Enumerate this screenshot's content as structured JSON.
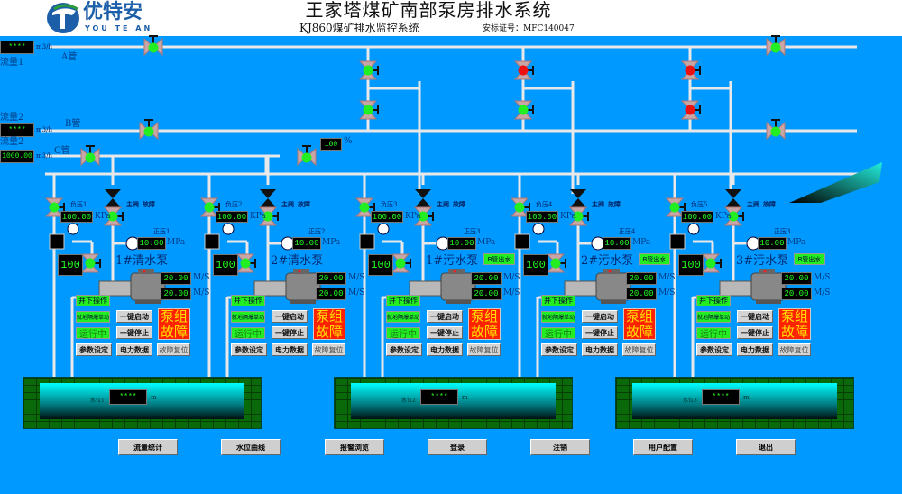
{
  "header": {
    "logo_cn": "优特安",
    "logo_en": "YOU TE AN",
    "title": "王家塔煤矿南部泵房排水系统",
    "subtitle": "KJ860煤矿排水监控系统",
    "cert": "安标证号：MFC140047"
  },
  "flows": [
    {
      "label": "流量1",
      "value": "****",
      "unit": "m3/h"
    },
    {
      "label": "流量2",
      "value": "****",
      "unit": "m3/h"
    },
    {
      "label": "流量2",
      "value": "1000.00",
      "unit": "m3/h"
    }
  ],
  "pipes": {
    "a": "A管",
    "b": "B管",
    "c": "C管"
  },
  "c_valve_opening": {
    "value": "100",
    "unit": "%"
  },
  "valve_states": {
    "a_line": [
      "open",
      "open"
    ],
    "b_line": [
      "open",
      "open"
    ],
    "c_line": [
      "open",
      "open"
    ],
    "branch_upper": [
      "open",
      "closed",
      "closed"
    ],
    "branch_lower": [
      "open",
      "open",
      "closed"
    ]
  },
  "colors": {
    "open": "#22ee22",
    "closed": "#ee1111",
    "background": "#0099ff"
  },
  "pumps": [
    {
      "neg_label": "负压1",
      "neg_value": "100.00",
      "neg_unit": "KPa",
      "valve_label": "主阀",
      "valve_state": "故障",
      "pos_label": "正压1",
      "pos_value": "10.00",
      "pos_unit": "MPa",
      "level": "100",
      "name": "1#清水泵",
      "outlet": "",
      "speed1": "20.00",
      "speed2": "20.00",
      "speed_unit": "M/S",
      "mode": "井下操作",
      "local": "就地隔爆单动",
      "status": "运行中",
      "start": "一键启动",
      "stop": "一键停止",
      "params": "参数设定",
      "power": "电力数据",
      "fault": "泵组故障",
      "reset": "故障复位"
    },
    {
      "neg_label": "负压2",
      "neg_value": "100.00",
      "neg_unit": "KPa",
      "valve_label": "主阀",
      "valve_state": "故障",
      "pos_label": "正压2",
      "pos_value": "10.00",
      "pos_unit": "MPa",
      "level": "100",
      "name": "2#清水泵",
      "outlet": "",
      "speed1": "20.00",
      "speed2": "20.00",
      "speed_unit": "M/S",
      "mode": "井下操作",
      "local": "就地隔爆单动",
      "status": "运行中",
      "start": "一键启动",
      "stop": "一键停止",
      "params": "参数设定",
      "power": "电力数据",
      "fault": "泵组故障",
      "reset": "故障复位"
    },
    {
      "neg_label": "负压3",
      "neg_value": "100.00",
      "neg_unit": "KPa",
      "valve_label": "主阀",
      "valve_state": "故障",
      "pos_label": "正压3",
      "pos_value": "10.00",
      "pos_unit": "MPa",
      "level": "100",
      "name": "1#污水泵",
      "outlet": "B管出水",
      "speed1": "20.00",
      "speed2": "20.00",
      "speed_unit": "M/S",
      "mode": "井下操作",
      "local": "就地隔爆单动",
      "status": "运行中",
      "start": "一键启动",
      "stop": "一键停止",
      "params": "参数设定",
      "power": "电力数据",
      "fault": "泵组故障",
      "reset": "故障复位"
    },
    {
      "neg_label": "负压4",
      "neg_value": "100.00",
      "neg_unit": "KPa",
      "valve_label": "主阀",
      "valve_state": "故障",
      "pos_label": "正压4",
      "pos_value": "10.00",
      "pos_unit": "MPa",
      "level": "100",
      "name": "2#污水泵",
      "outlet": "B管出水",
      "speed1": "20.00",
      "speed2": "20.00",
      "speed_unit": "M/S",
      "mode": "井下操作",
      "local": "就地隔爆单动",
      "status": "运行中",
      "start": "一键启动",
      "stop": "一键停止",
      "params": "参数设定",
      "power": "电力数据",
      "fault": "泵组故障",
      "reset": "故障复位"
    },
    {
      "neg_label": "负压5",
      "neg_value": "100.00",
      "neg_unit": "KPa",
      "valve_label": "主阀",
      "valve_state": "故障",
      "pos_label": "正压3",
      "pos_value": "10.00",
      "pos_unit": "MPa",
      "level": "100",
      "name": "3#污水泵",
      "outlet": "B管出水",
      "speed1": "20.00",
      "speed2": "20.00",
      "speed_unit": "M/S",
      "mode": "井下操作",
      "local": "就地隔爆单动",
      "status": "运行中",
      "start": "一键启动",
      "stop": "一键停止",
      "params": "参数设定",
      "power": "电力数据",
      "fault": "泵组故障",
      "reset": "故障复位"
    }
  ],
  "tanks": [
    {
      "label": "水位1",
      "value": "****",
      "unit": "m"
    },
    {
      "label": "水位2",
      "value": "****",
      "unit": "m"
    },
    {
      "label": "水位3",
      "value": "****",
      "unit": "m"
    }
  ],
  "footer": [
    "流量统计",
    "水位曲线",
    "报警浏览",
    "登录",
    "注销",
    "用户配置",
    "退出"
  ]
}
